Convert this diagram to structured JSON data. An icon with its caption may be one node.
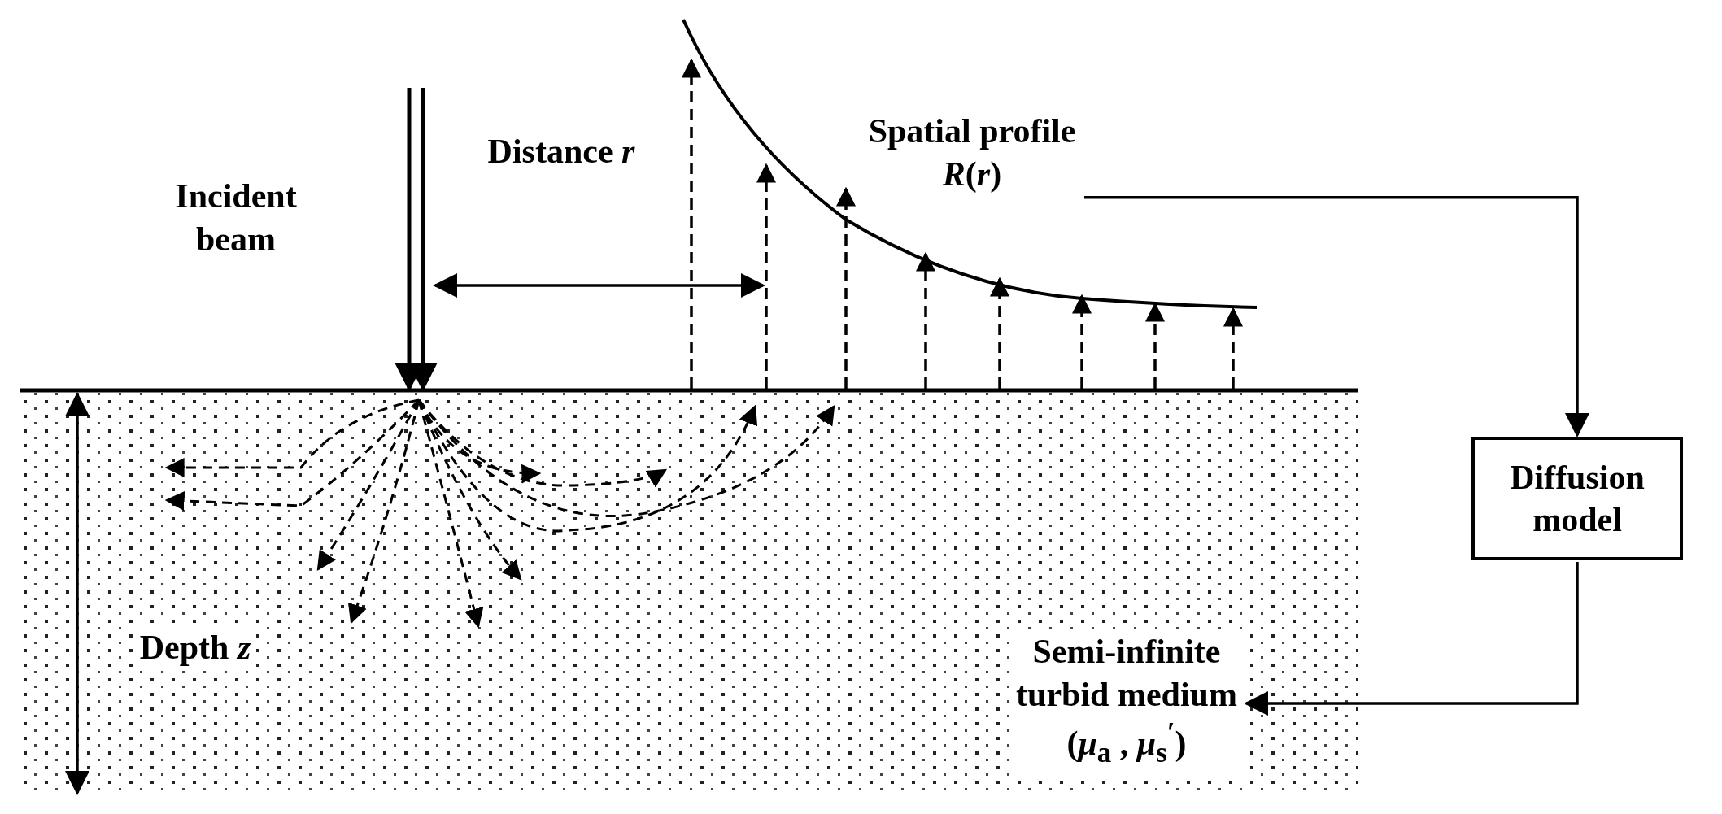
{
  "diagram": {
    "nodes": [
      {
        "text": [
          "Spatial profile",
          "*R*(*r*)"
        ]
      },
      {
        "text": [
          "Diffusion model"
        ]
      },
      {
        "text": [
          "Semi-infinite turbid medium",
          "(*μ*$_{a}$ , *μ*$_{s}$$^{′}$)"
        ]
      }
    ],
    "edges": [
      {
        "from": 0,
        "to": 1,
        "arrow": "to"
      },
      {
        "from": 1,
        "to": 2,
        "arrow": "to"
      }
    ],
    "labels": [
      "Incident beam",
      "Distance *r*",
      "Depth *z*"
    ]
  }
}
